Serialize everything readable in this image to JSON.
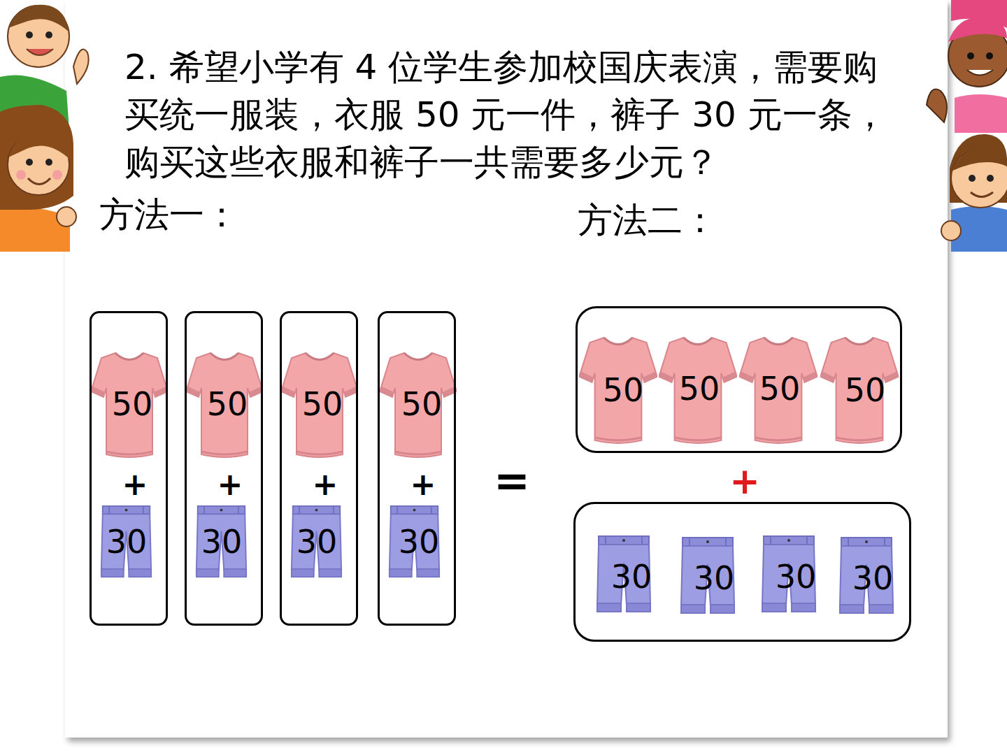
{
  "diagram": {
    "title": "2.  希望小学有 4 位学生参加校国庆表演，需要购买统一服装，衣服 50 元一件，裤子 30 元一条，购买这些衣服和裤子一共需要多少元？",
    "nodes": [
      {
        "text": [
          "50",
          "+",
          "30"
        ]
      },
      {
        "text": [
          "50",
          "+",
          "30"
        ]
      },
      {
        "text": [
          "50",
          "+",
          "30"
        ]
      },
      {
        "text": [
          "50",
          "+",
          "30"
        ]
      },
      {
        "text": [
          "50",
          "50",
          "50",
          "50"
        ]
      },
      {
        "text": [
          "30",
          "30",
          "30",
          "30"
        ]
      }
    ],
    "labels": [
      "方法一：",
      "方法二：",
      "=",
      "+"
    ]
  }
}
